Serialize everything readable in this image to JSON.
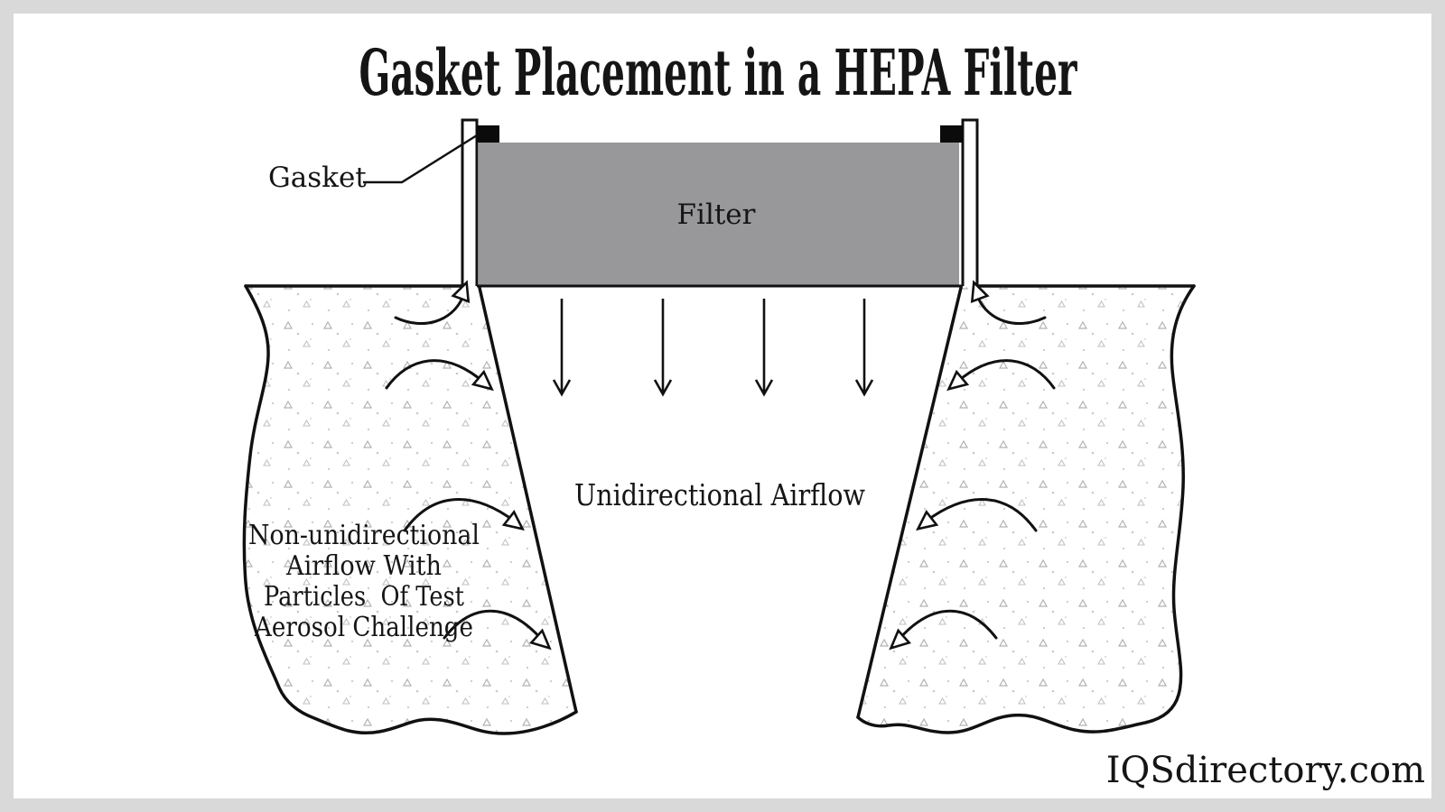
{
  "title": "Gasket Placement in a HEPA Filter",
  "labels": {
    "gasket": "Gasket",
    "filter": "Filter",
    "unidirectional_airflow": "Unidirectional Airflow",
    "watermark": "IQSdirectory.com"
  },
  "non_unidirectional_label_lines": [
    "Non-unidirectional",
    "Airflow With",
    "Particles  Of Test",
    "Aerosol Challenge"
  ],
  "colors": {
    "page_border": "#d9d9d9",
    "canvas": "#ffffff",
    "filter_fill": "#98989a",
    "gasket_fill": "#0b0b0b",
    "line": "#111111",
    "texture_mark": "#b2b2b2"
  }
}
